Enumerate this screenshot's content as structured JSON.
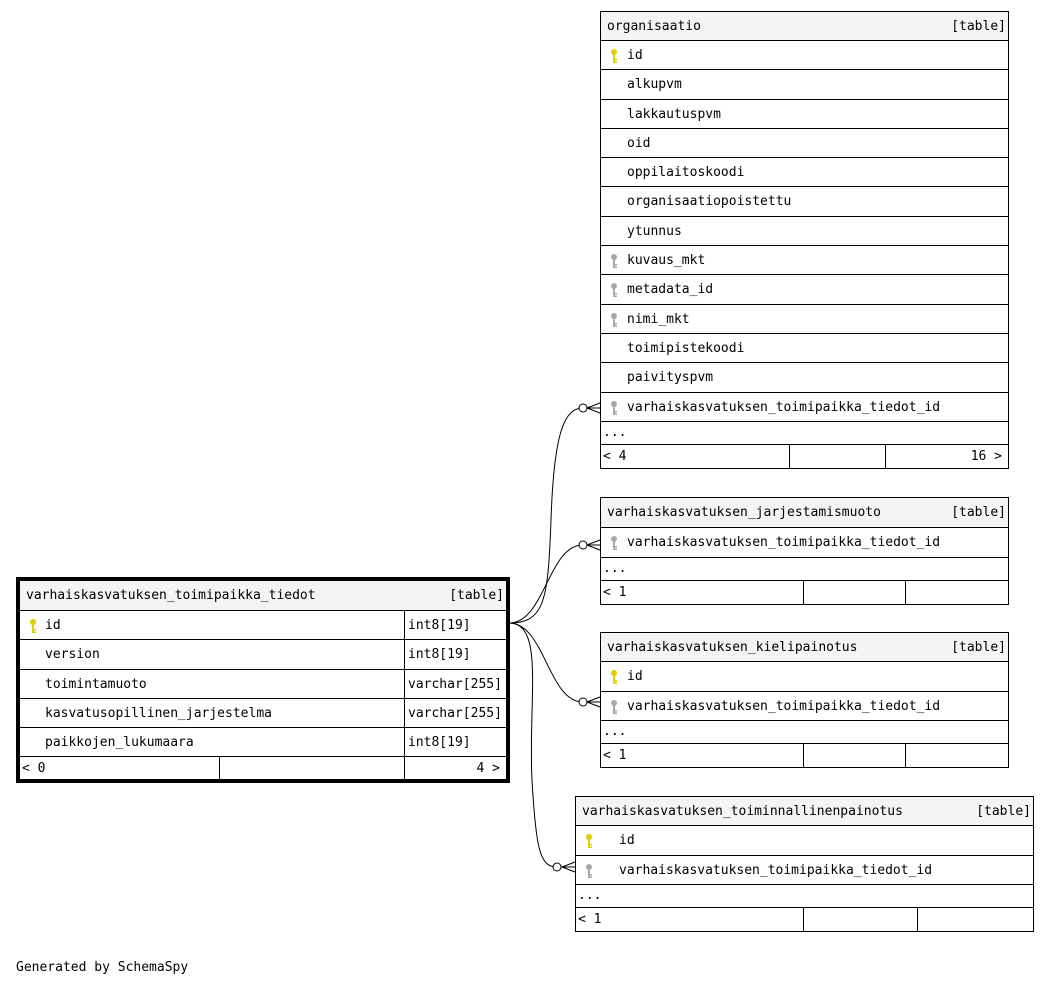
{
  "colors": {
    "pk_key": "#e0d000",
    "fk_key": "#a8a8a8",
    "header_bg": "#f4f4f4"
  },
  "main_table": {
    "name": "varhaiskasvatuksen_toimipaikka_tiedot",
    "kind": "[table]",
    "columns": [
      {
        "name": "id",
        "type": "int8[19]",
        "key": "pk"
      },
      {
        "name": "version",
        "type": "int8[19]",
        "key": ""
      },
      {
        "name": "toimintamuoto",
        "type": "varchar[255]",
        "key": ""
      },
      {
        "name": "kasvatusopillinen_jarjestelma",
        "type": "varchar[255]",
        "key": ""
      },
      {
        "name": "paikkojen_lukumaara",
        "type": "int8[19]",
        "key": ""
      }
    ],
    "footer": {
      "parents": "< 0",
      "children": "4 >"
    }
  },
  "organisaatio": {
    "name": "organisaatio",
    "kind": "[table]",
    "columns": [
      {
        "name": "id",
        "key": "pk"
      },
      {
        "name": "alkupvm",
        "key": ""
      },
      {
        "name": "lakkautuspvm",
        "key": ""
      },
      {
        "name": "oid",
        "key": ""
      },
      {
        "name": "oppilaitoskoodi",
        "key": ""
      },
      {
        "name": "organisaatiopoistettu",
        "key": ""
      },
      {
        "name": "ytunnus",
        "key": ""
      },
      {
        "name": "kuvaus_mkt",
        "key": "fk"
      },
      {
        "name": "metadata_id",
        "key": "fk"
      },
      {
        "name": "nimi_mkt",
        "key": "fk"
      },
      {
        "name": "toimipistekoodi",
        "key": ""
      },
      {
        "name": "paivityspvm",
        "key": ""
      },
      {
        "name": "varhaiskasvatuksen_toimipaikka_tiedot_id",
        "key": "fk"
      }
    ],
    "more": "...",
    "footer": {
      "parents": "< 4",
      "children": "16 >"
    }
  },
  "jarjestamismuoto": {
    "name": "varhaiskasvatuksen_jarjestamismuoto",
    "kind": "[table]",
    "columns": [
      {
        "name": "varhaiskasvatuksen_toimipaikka_tiedot_id",
        "key": "fk"
      }
    ],
    "more": "...",
    "footer": {
      "parents": "< 1",
      "children": ""
    }
  },
  "kielipainotus": {
    "name": "varhaiskasvatuksen_kielipainotus",
    "kind": "[table]",
    "columns": [
      {
        "name": "id",
        "key": "pk"
      },
      {
        "name": "varhaiskasvatuksen_toimipaikka_tiedot_id",
        "key": "fk"
      }
    ],
    "more": "...",
    "footer": {
      "parents": "< 1",
      "children": ""
    }
  },
  "toiminnallinenpainotus": {
    "name": "varhaiskasvatuksen_toiminnallinenpainotus",
    "kind": "[table]",
    "columns": [
      {
        "name": "id",
        "key": "pk"
      },
      {
        "name": "varhaiskasvatuksen_toimipaikka_tiedot_id",
        "key": "fk"
      }
    ],
    "more": "...",
    "footer": {
      "parents": "< 1",
      "children": ""
    }
  },
  "generated_by": "Generated by SchemaSpy"
}
